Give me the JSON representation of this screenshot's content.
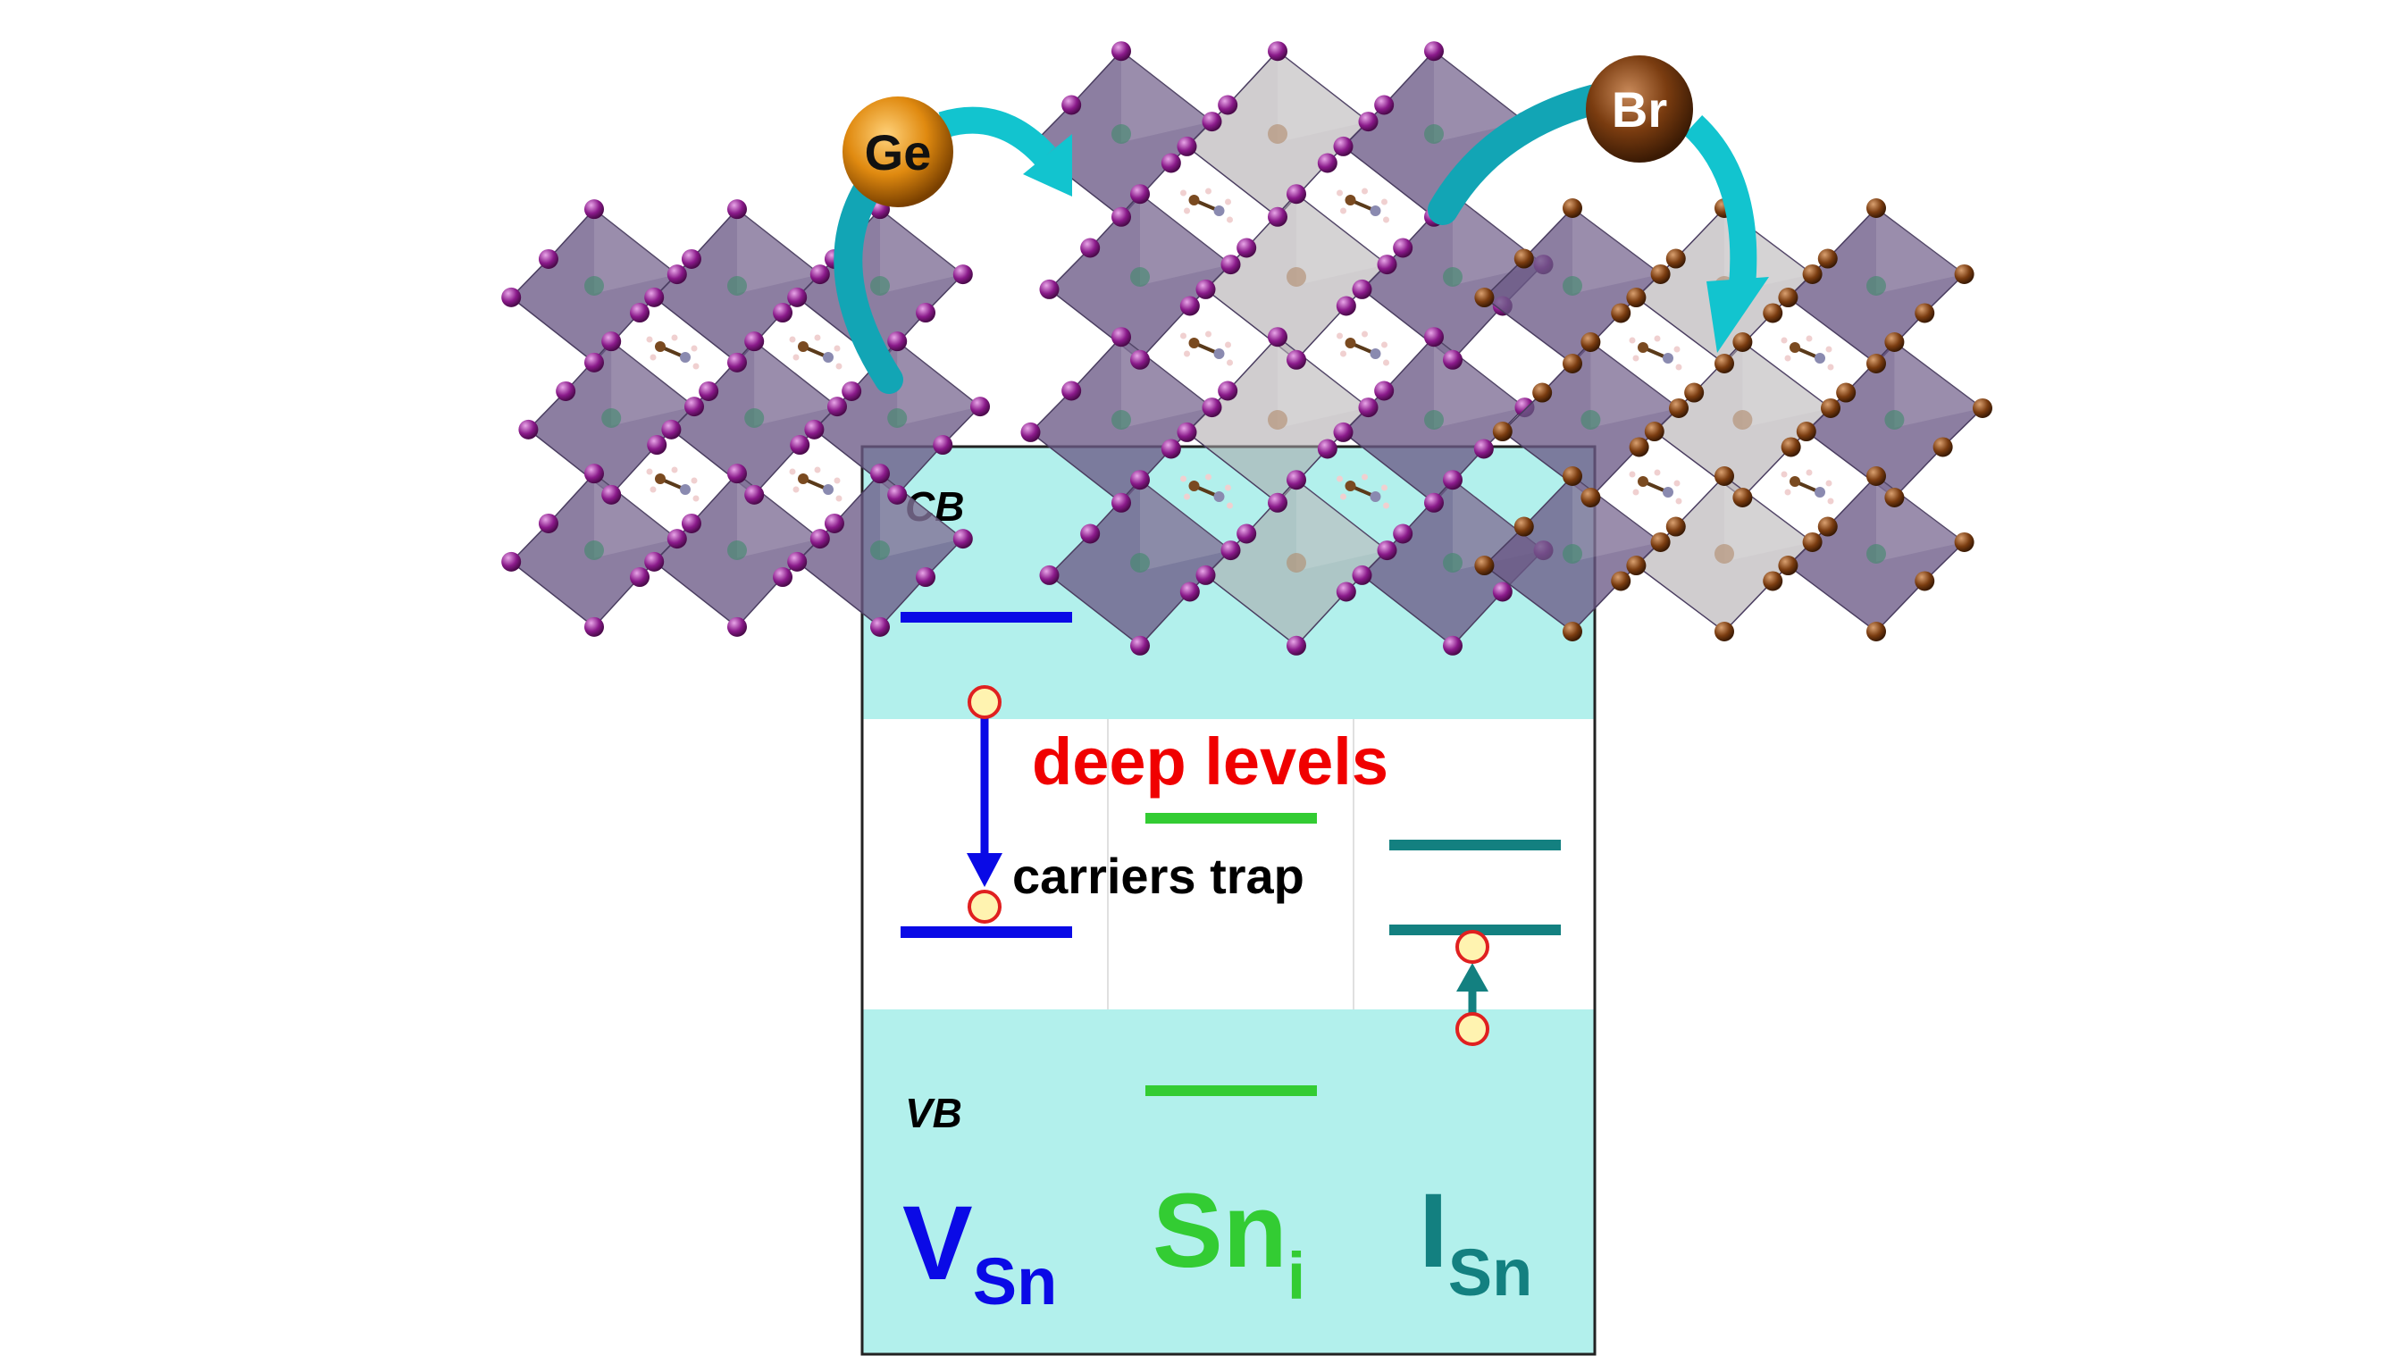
{
  "labels": {
    "cb": "CB",
    "vb": "VB",
    "deep_levels": "deep levels",
    "carriers_trap": "carriers trap"
  },
  "atoms": {
    "ge": "Ge",
    "br": "Br"
  },
  "defects": [
    {
      "main": "V",
      "sub": "Sn",
      "color": "#0a0ae6"
    },
    {
      "main": "Sn",
      "sub": "i",
      "color": "#33cc33"
    },
    {
      "main": "I",
      "sub": "Sn",
      "color": "#138080"
    }
  ],
  "colors": {
    "band": "#b2f0ec",
    "deep_levels_text": "#f00000",
    "vsn_level": "#0a0ae6",
    "sni_level": "#33cc33",
    "isn_level": "#138080",
    "arrow_curve": "#12c4cf",
    "iodine_atom": "#8a1a8a",
    "bromine_atom": "#7a3c10",
    "octahedron": "#6b5a86"
  },
  "structures": [
    {
      "name": "MASnI3-crystal",
      "halide": "iodine"
    },
    {
      "name": "Ge-doped-crystal",
      "halide": "iodine"
    },
    {
      "name": "Br-doped-crystal",
      "halide": "bromine"
    }
  ]
}
